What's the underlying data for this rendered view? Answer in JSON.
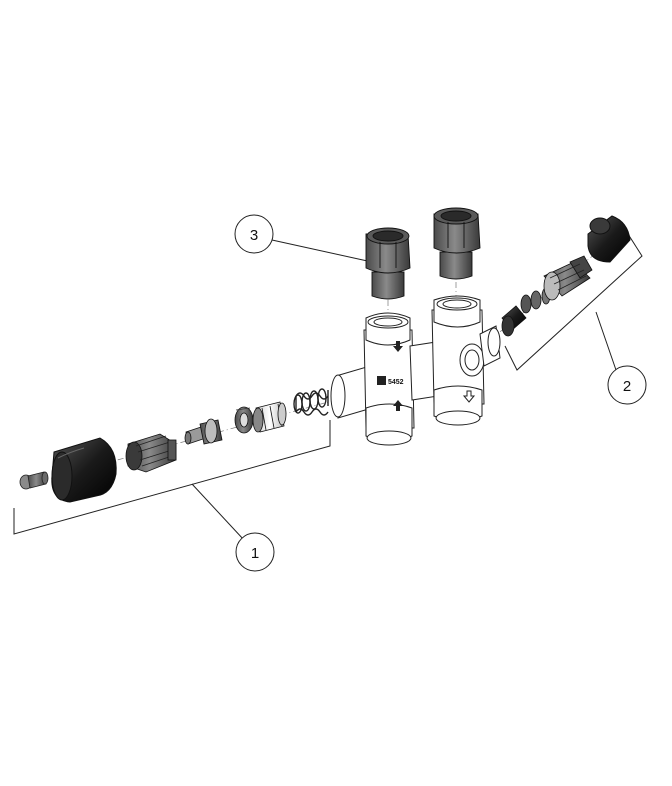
{
  "callouts": [
    {
      "id": "1",
      "label": "1"
    },
    {
      "id": "2",
      "label": "2"
    },
    {
      "id": "3",
      "label": "3"
    }
  ],
  "body_marking": "5452",
  "colors": {
    "line": "#222222",
    "body_fill": "#ffffff",
    "dark_part": "#1e1e1e",
    "grey_part": "#6e6e6e",
    "mid_grey": "#9a9a9a"
  }
}
